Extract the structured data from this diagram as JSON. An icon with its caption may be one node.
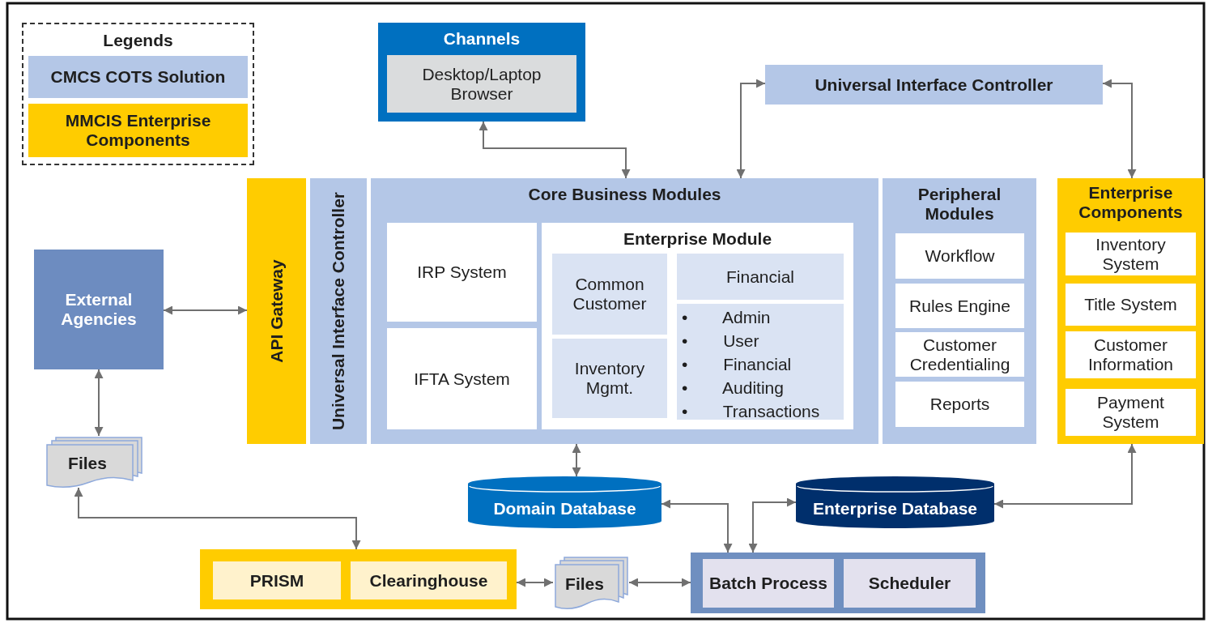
{
  "diagram": {
    "nodes": [
      {
        "text": [
          "Channels"
        ]
      },
      {
        "text": [
          "Desktop/Laptop Browser"
        ],
        "in": 0
      },
      {
        "text": [
          "Universal Interface Controller"
        ]
      },
      {
        "text": [
          "API Gateway"
        ]
      },
      {
        "text": [
          "Universal Interface Controller"
        ]
      },
      {
        "text": [
          "Core Business Modules"
        ]
      },
      {
        "text": [
          "IRP System"
        ],
        "in": 5
      },
      {
        "text": [
          "IFTA System"
        ],
        "in": 5
      },
      {
        "text": [
          "Enterprise Module"
        ],
        "in": 5
      },
      {
        "text": [
          "Common Customer"
        ],
        "in": 8
      },
      {
        "text": [
          "Inventory Mgmt."
        ],
        "in": 8
      },
      {
        "text": [
          "Financial"
        ],
        "in": 8
      },
      {
        "text": [
          "• Admin",
          "• User",
          "• Financial",
          "• Auditing",
          "• Transactions"
        ],
        "in": 8
      },
      {
        "text": [
          "Peripheral Modules"
        ]
      },
      {
        "text": [
          "Workflow"
        ],
        "in": 13
      },
      {
        "text": [
          "Rules Engine"
        ],
        "in": 13
      },
      {
        "text": [
          "Customer Credentialing"
        ],
        "in": 13
      },
      {
        "text": [
          "Reports"
        ],
        "in": 13
      },
      {
        "text": [
          "Enterprise Components"
        ]
      },
      {
        "text": [
          "Inventory System"
        ],
        "in": 18
      },
      {
        "text": [
          "Title System"
        ],
        "in": 18
      },
      {
        "text": [
          "Customer Information"
        ],
        "in": 18
      },
      {
        "text": [
          "Payment System"
        ],
        "in": 18
      },
      {
        "text": [
          "External Agencies"
        ]
      },
      {
        "text": [
          "Files"
        ]
      },
      {
        "text": [
          "Domain Database"
        ]
      },
      {
        "text": [
          "Enterprise Database"
        ]
      },
      {
        "text": [],
        "shape": "box"
      },
      {
        "text": [
          "PRISM"
        ],
        "in": 27
      },
      {
        "text": [
          "Clearinghouse"
        ],
        "in": 27
      },
      {
        "text": [
          "Files"
        ]
      },
      {
        "text": [],
        "shape": "box"
      },
      {
        "text": [
          "Batch Process"
        ],
        "in": 31
      },
      {
        "text": [
          "Scheduler"
        ],
        "in": 31
      }
    ],
    "edges": [
      {
        "from": 0,
        "to": 5,
        "arrow": "both"
      },
      {
        "from": 5,
        "to": 2,
        "arrow": "both"
      },
      {
        "from": 2,
        "to": 18,
        "arrow": "both"
      },
      {
        "from": 23,
        "to": 3,
        "arrow": "both"
      },
      {
        "from": 23,
        "to": 24,
        "arrow": "both"
      },
      {
        "from": 24,
        "to": 27,
        "arrow": "both"
      },
      {
        "from": 27,
        "to": 30,
        "arrow": "both"
      },
      {
        "from": 30,
        "to": 31,
        "arrow": "both"
      },
      {
        "from": 5,
        "to": 25,
        "arrow": "both"
      },
      {
        "from": 25,
        "to": 31,
        "arrow": "both"
      },
      {
        "from": 26,
        "to": 31,
        "arrow": "both"
      },
      {
        "from": 26,
        "to": 18,
        "arrow": "both"
      }
    ],
    "labels": [
      "Legends"
    ],
    "legend": [
      {
        "text": "CMCS COTS Solution",
        "color": "#b4c7e7"
      },
      {
        "text": "MMCIS Enterprise Components",
        "color": "#ffcc00"
      }
    ]
  }
}
